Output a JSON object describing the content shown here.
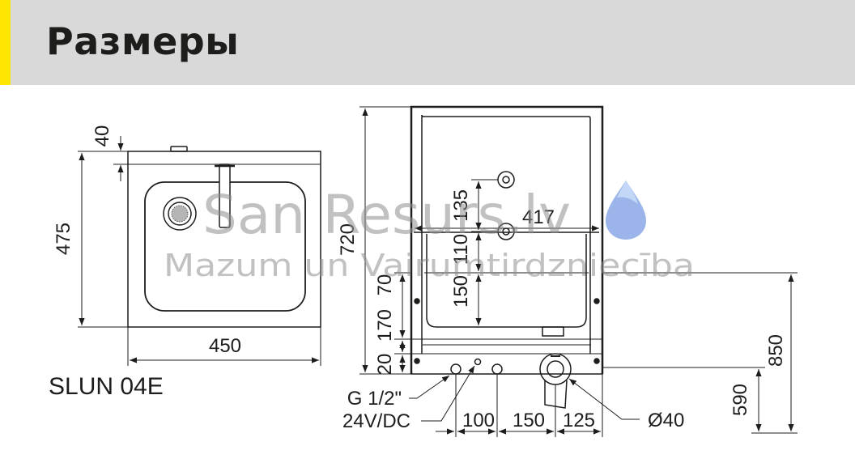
{
  "header": {
    "title": "Размеры",
    "accent_color": "#ffe600",
    "background_color": "#d9d9d9"
  },
  "model": "SLUN 04E",
  "watermark": {
    "brand": "San Resurs.lv",
    "tagline": "Mazum un Vairumtirdzniecība",
    "icon": "water-drop-icon"
  },
  "top_view": {
    "depth": "475",
    "ledge": "40",
    "width": "450"
  },
  "front_view": {
    "height_total": "720",
    "inner_width": "417",
    "stack_left": [
      "20",
      "170",
      "70"
    ],
    "stack_inner": [
      "150",
      "110",
      "135"
    ],
    "install_height_total": "850",
    "install_height_outlet": "590",
    "bottom_spacings": [
      "100",
      "150",
      "125"
    ],
    "water_connection": "G 1/2\"",
    "power": "24V/DC",
    "drain": "Ø40"
  }
}
